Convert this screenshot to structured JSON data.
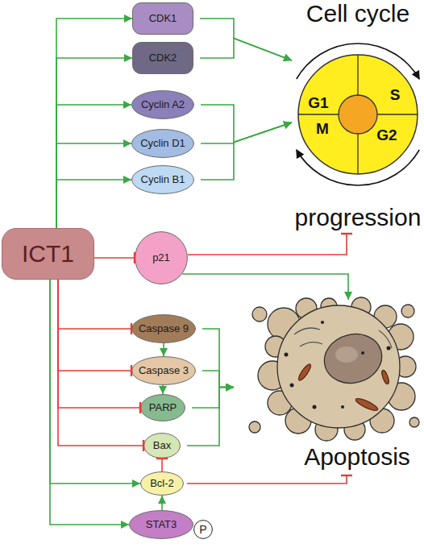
{
  "diagram": {
    "nodes": [
      {
        "text": [
          "ICT1"
        ]
      },
      {
        "text": [
          "CDK1"
        ]
      },
      {
        "text": [
          "CDK2"
        ]
      },
      {
        "text": [
          "Cyclin A2"
        ]
      },
      {
        "text": [
          "Cyclin D1"
        ]
      },
      {
        "text": [
          "Cyclin B1"
        ]
      },
      {
        "text": [
          "p21"
        ]
      },
      {
        "text": [
          "Caspase 9"
        ]
      },
      {
        "text": [
          "Caspase 3"
        ]
      },
      {
        "text": [
          "PARP"
        ]
      },
      {
        "text": [
          "Bax"
        ]
      },
      {
        "text": [
          "Bcl-2"
        ]
      },
      {
        "text": [
          "STAT3"
        ]
      },
      {
        "text": [
          "P"
        ]
      },
      {
        "text": [
          "Cell cycle",
          "G1",
          "S",
          "M",
          "G2",
          "progression"
        ]
      },
      {
        "text": [
          "Apoptosis"
        ]
      }
    ],
    "edges": [
      {
        "from": 0,
        "to": 1,
        "arrow": "to"
      },
      {
        "from": 0,
        "to": 2,
        "arrow": "to"
      },
      {
        "from": 0,
        "to": 3,
        "arrow": "to"
      },
      {
        "from": 0,
        "to": 4,
        "arrow": "to"
      },
      {
        "from": 0,
        "to": 5,
        "arrow": "to"
      },
      {
        "from": 0,
        "to": 6,
        "arrow": "to"
      },
      {
        "from": 0,
        "to": 7,
        "arrow": "to"
      },
      {
        "from": 0,
        "to": 8,
        "arrow": "to"
      },
      {
        "from": 0,
        "to": 9,
        "arrow": "to"
      },
      {
        "from": 0,
        "to": 10,
        "arrow": "to"
      },
      {
        "from": 0,
        "to": 11,
        "arrow": "to"
      },
      {
        "from": 0,
        "to": 12,
        "arrow": "to"
      },
      {
        "from": 7,
        "to": 8,
        "arrow": "to"
      },
      {
        "from": 8,
        "to": 9,
        "arrow": "to"
      },
      {
        "from": 11,
        "to": 10,
        "arrow": "to"
      },
      {
        "from": 12,
        "to": 11,
        "arrow": "to"
      },
      {
        "from": 1,
        "to": 14,
        "arrow": "to"
      },
      {
        "from": 2,
        "to": 14,
        "arrow": "to"
      },
      {
        "from": 3,
        "to": 14,
        "arrow": "to"
      },
      {
        "from": 4,
        "to": 14,
        "arrow": "to"
      },
      {
        "from": 5,
        "to": 14,
        "arrow": "to"
      },
      {
        "from": 6,
        "to": 14,
        "arrow": "to"
      },
      {
        "from": 6,
        "to": 15,
        "arrow": "to"
      },
      {
        "from": 7,
        "to": 15,
        "arrow": "to"
      },
      {
        "from": 8,
        "to": 15,
        "arrow": "to"
      },
      {
        "from": 9,
        "to": 15,
        "arrow": "to"
      },
      {
        "from": 10,
        "to": 15,
        "arrow": "to"
      },
      {
        "from": 11,
        "to": 15,
        "arrow": "to"
      }
    ]
  }
}
